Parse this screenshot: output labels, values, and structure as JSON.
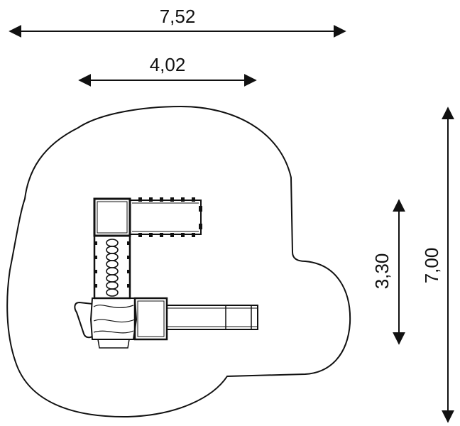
{
  "dimensions": {
    "overall_width": "7,52",
    "inner_width": "4,02",
    "side_depth": "3,30",
    "overall_depth": "7,00"
  },
  "colors": {
    "line": "#111111",
    "background": "#ffffff",
    "fill_light": "#f2f2f2"
  }
}
